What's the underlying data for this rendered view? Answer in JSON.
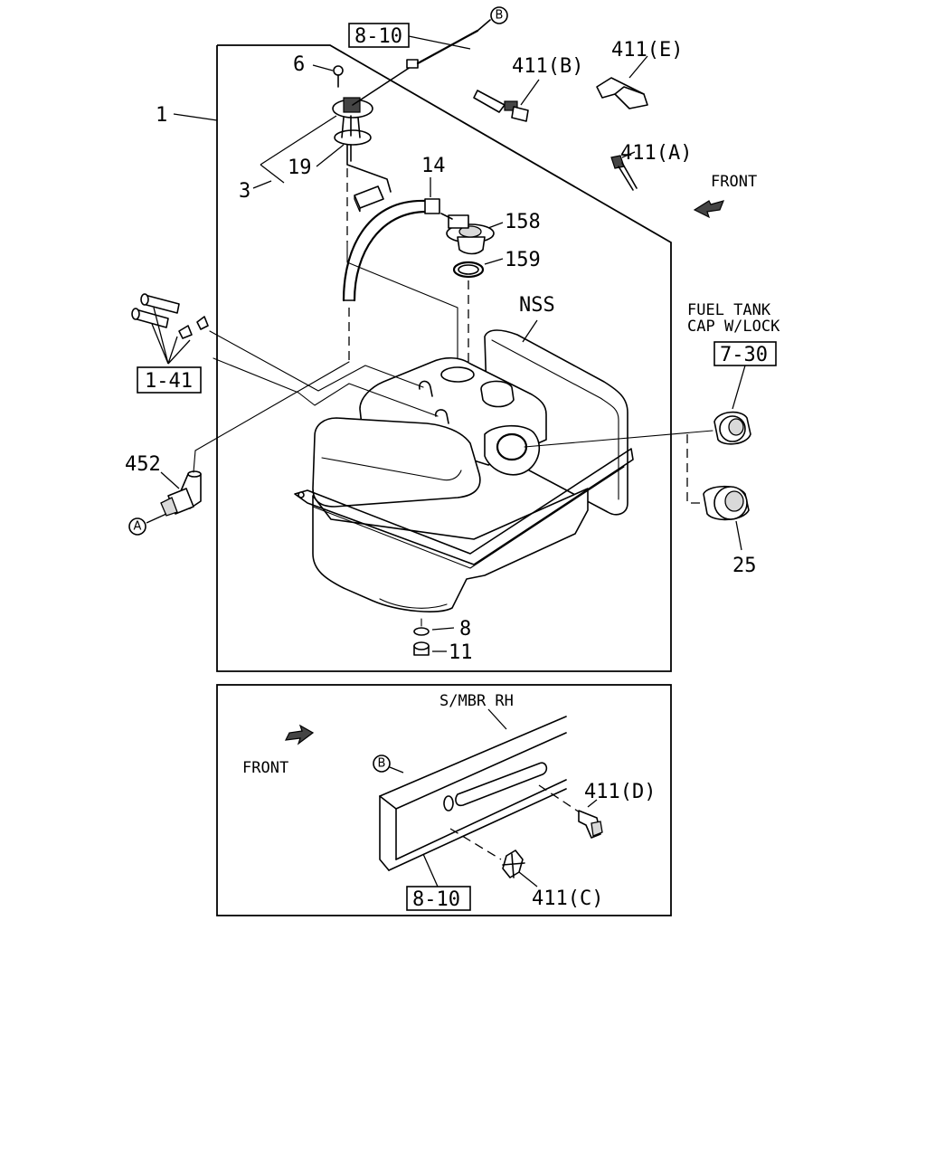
{
  "upper_panel": {
    "callouts": {
      "part_1": "1",
      "part_3": "3",
      "part_6": "6",
      "part_8": "8",
      "part_11": "11",
      "part_14": "14",
      "part_19": "19",
      "part_25": "25",
      "part_158": "158",
      "part_159": "159",
      "part_452": "452",
      "part_411a": "411(A)",
      "part_411b": "411(B)",
      "part_411e": "411(E)",
      "nss": "NSS"
    },
    "ref_boxes": {
      "ref_8_10": "8-10",
      "ref_1_41": "1-41",
      "ref_7_30": "7-30"
    },
    "circle_refs": {
      "ref_a": "A",
      "ref_b": "B"
    },
    "notes": {
      "fuel_cap_line1": "FUEL TANK",
      "fuel_cap_line2": "CAP W/LOCK",
      "front": "FRONT"
    }
  },
  "lower_panel": {
    "callouts": {
      "member": "S/MBR RH",
      "part_411c": "411(C)",
      "part_411d": "411(D)"
    },
    "ref_boxes": {
      "ref_8_10": "8-10"
    },
    "circle_refs": {
      "ref_b": "B"
    },
    "notes": {
      "front": "FRONT"
    }
  }
}
